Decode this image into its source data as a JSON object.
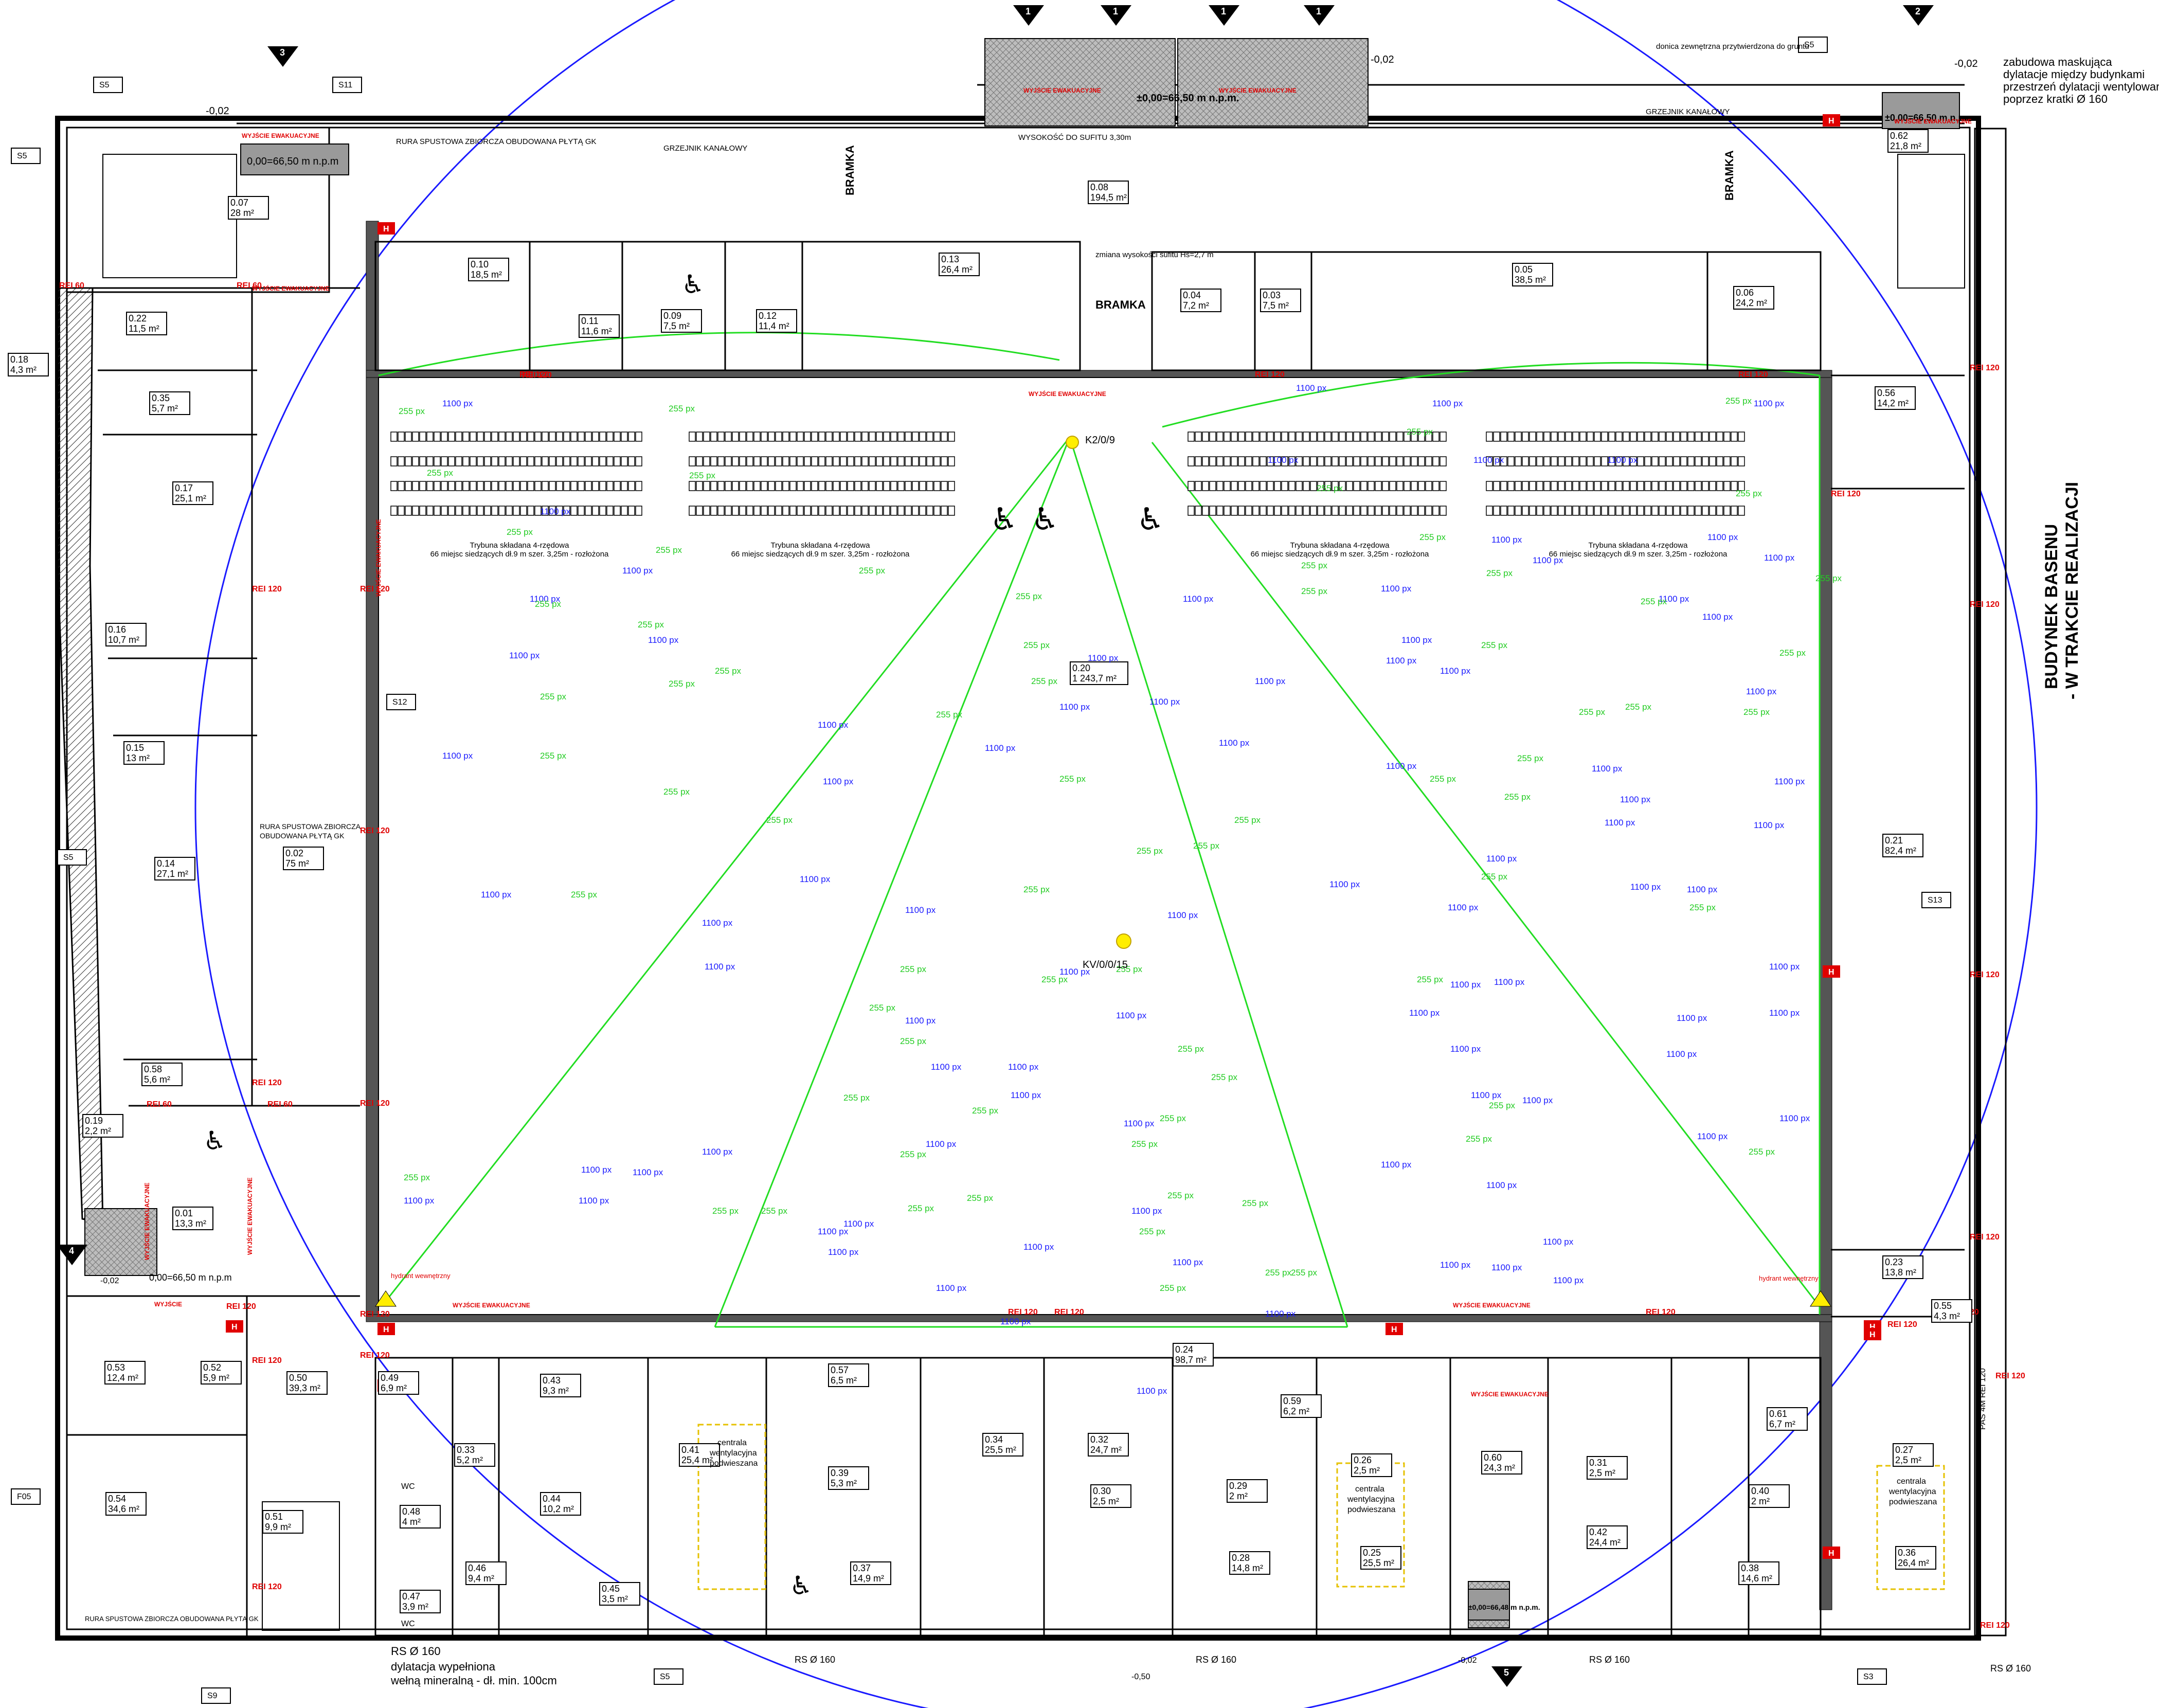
{
  "rooms": [
    {
      "id": "0.07",
      "area": "28 m²"
    },
    {
      "id": "0.22",
      "area": "11,5 m²"
    },
    {
      "id": "0.18",
      "area": "4,3 m²"
    },
    {
      "id": "0.35",
      "area": "5,7 m²"
    },
    {
      "id": "0.17",
      "area": "25,1 m²"
    },
    {
      "id": "0.16",
      "area": "10,7 m²"
    },
    {
      "id": "0.15",
      "area": "13 m²"
    },
    {
      "id": "0.14",
      "area": "27,1 m²"
    },
    {
      "id": "0.02",
      "area": "75 m²"
    },
    {
      "id": "0.58",
      "area": "5,6 m²"
    },
    {
      "id": "0.19",
      "area": "2,2 m²"
    },
    {
      "id": "0.01",
      "area": "13,3 m²"
    },
    {
      "id": "0.10",
      "area": "18,5 m²"
    },
    {
      "id": "0.11",
      "area": "11,6 m²"
    },
    {
      "id": "0.09",
      "area": "7,5 m²"
    },
    {
      "id": "0.12",
      "area": "11,4 m²"
    },
    {
      "id": "0.13",
      "area": "26,4 m²"
    },
    {
      "id": "0.08",
      "area": "194,5 m²"
    },
    {
      "id": "0.04",
      "area": "7,2 m²"
    },
    {
      "id": "0.03",
      "area": "7,5 m²"
    },
    {
      "id": "0.05",
      "area": "38,5 m²"
    },
    {
      "id": "0.06",
      "area": "24,2 m²"
    },
    {
      "id": "0.62",
      "area": "21,8 m²"
    },
    {
      "id": "0.56",
      "area": "14,2 m²"
    },
    {
      "id": "0.21",
      "area": "82,4 m²"
    },
    {
      "id": "0.23",
      "area": "13,8 m²"
    },
    {
      "id": "0.55",
      "area": "4,3 m²"
    },
    {
      "id": "0.20",
      "area": "1 243,7 m²"
    },
    {
      "id": "0.24",
      "area": "98,7 m²"
    },
    {
      "id": "0.53",
      "area": "12,4 m²"
    },
    {
      "id": "0.52",
      "area": "5,9 m²"
    },
    {
      "id": "0.50",
      "area": "39,3 m²"
    },
    {
      "id": "0.54",
      "area": "34,6 m²"
    },
    {
      "id": "0.51",
      "area": "9,9 m²"
    },
    {
      "id": "0.49",
      "area": "6,9 m²"
    },
    {
      "id": "0.33",
      "area": "5,2 m²"
    },
    {
      "id": "0.43",
      "area": "9,3 m²"
    },
    {
      "id": "0.44",
      "area": "10,2 m²"
    },
    {
      "id": "0.48",
      "area": "4 m²"
    },
    {
      "id": "0.46",
      "area": "9,4 m²"
    },
    {
      "id": "0.47",
      "area": "3,9 m²"
    },
    {
      "id": "0.45",
      "area": "3,5 m²"
    },
    {
      "id": "0.41",
      "area": "25,4 m²"
    },
    {
      "id": "0.57",
      "area": "6,5 m²"
    },
    {
      "id": "0.39",
      "area": "5,3 m²"
    },
    {
      "id": "0.37",
      "area": "14,9 m²"
    },
    {
      "id": "0.34",
      "area": "25,5 m²"
    },
    {
      "id": "0.32",
      "area": "24,7 m²"
    },
    {
      "id": "0.30",
      "area": "2,5 m²"
    },
    {
      "id": "0.59",
      "area": "6,2 m²"
    },
    {
      "id": "0.29",
      "area": "2 m²"
    },
    {
      "id": "0.28",
      "area": "14,8 m²"
    },
    {
      "id": "0.26",
      "area": "2,5 m²"
    },
    {
      "id": "0.25",
      "area": "25,5 m²"
    },
    {
      "id": "0.60",
      "area": "24,3 m²"
    },
    {
      "id": "0.31",
      "area": "2,5 m²"
    },
    {
      "id": "0.42",
      "area": "24,4 m²"
    },
    {
      "id": "0.61",
      "area": "6,7 m²"
    },
    {
      "id": "0.40",
      "area": "2 m²"
    },
    {
      "id": "0.38",
      "area": "14,6 m²"
    },
    {
      "id": "0.27",
      "area": "2,5 m²"
    },
    {
      "id": "0.36",
      "area": "26,4 m²"
    }
  ],
  "section_marks": [
    "S5",
    "S11",
    "S5",
    "S12",
    "S5",
    "S5",
    "S13",
    "S9",
    "S5",
    "S3",
    "F05"
  ],
  "section_arrows": [
    "1",
    "1",
    "1",
    "1",
    "2",
    "3",
    "4",
    "5"
  ],
  "levels": {
    "lvl_a": "0,00=66,50 m n.p.m",
    "lvl_b": "±0,00=66,50 m n.p.m.",
    "lvl_c": "±0,00=66,50 m n.p.m.",
    "lvl_d": "0,00=66,50 m n.p.m",
    "lvl_e": "±0,00=66,48 m n.p.m.",
    "minus_002": "-0,02",
    "minus_050": "-0,50"
  },
  "fire": {
    "rei60": "REI 60",
    "rei120": "REI 120",
    "ei30": "EI 30",
    "h": "H"
  },
  "exits": {
    "main": "WYJŚCIE EWAKUACYJNE",
    "exit": "WYJŚCIE"
  },
  "lux": {
    "val_1100": "1100 px",
    "val_255": "255 px"
  },
  "notes": {
    "rura_a": "RURA SPUSTOWA ZBIORCZA OBUDOWANA PŁYTĄ GK",
    "rura_b": "RURA SPUSTOWA ZBIORCZA OBUDOWANA PŁYTĄ GK",
    "rura_c": "RURA SPUSTOWA ZBIORCZA OBUDOWANA PŁYTĄ GK",
    "rura_d": "RURA SPUSTOWA ZBIORCZA",
    "rura_e": "OBUDOWANA PŁYTĄ GK",
    "zabudowa1": "zabudowa maskująca",
    "zabudowa2": "dylatacje między budynkami",
    "zabudowa3": "przestrzeń dylatacji wentylowana",
    "zabudowa4": "poprzez kratki Ø 160",
    "grzejnik": "GRZEJNIK KANAŁOWY",
    "wysokosc": "WYSOKOŚĆ DO SUFITU 3,30m",
    "donica": "donica zewnętrzna przytwierdzona do gruntu",
    "zmiana": "zmiana wysokości sufitu Hs=2,7 m",
    "bramka": "BRAMKA",
    "k2": "K2/0/9",
    "kv": "KV/0/0/15",
    "trybuna_t": "Trybuna składana 4-rzędowa",
    "trybuna_s": "66 miejsc siedzących dł.9 m szer. 3,25m - rozłożona",
    "basen1": "BUDYNEK BASENU",
    "basen2": "- W TRAKCIE REALIZACJI",
    "dylatacja1": "dylatacja wypełniona",
    "dylatacja2": "wełną mineralną - dł. min. 100cm",
    "rs": "RS Ø 160",
    "centrala1": "centrala",
    "centrala2": "wentylacyjna",
    "centrala3": "podwieszana",
    "wc": "WC",
    "hydrant": "hydrant wewnętrzny",
    "pas": "PAS 4M REI 120"
  }
}
